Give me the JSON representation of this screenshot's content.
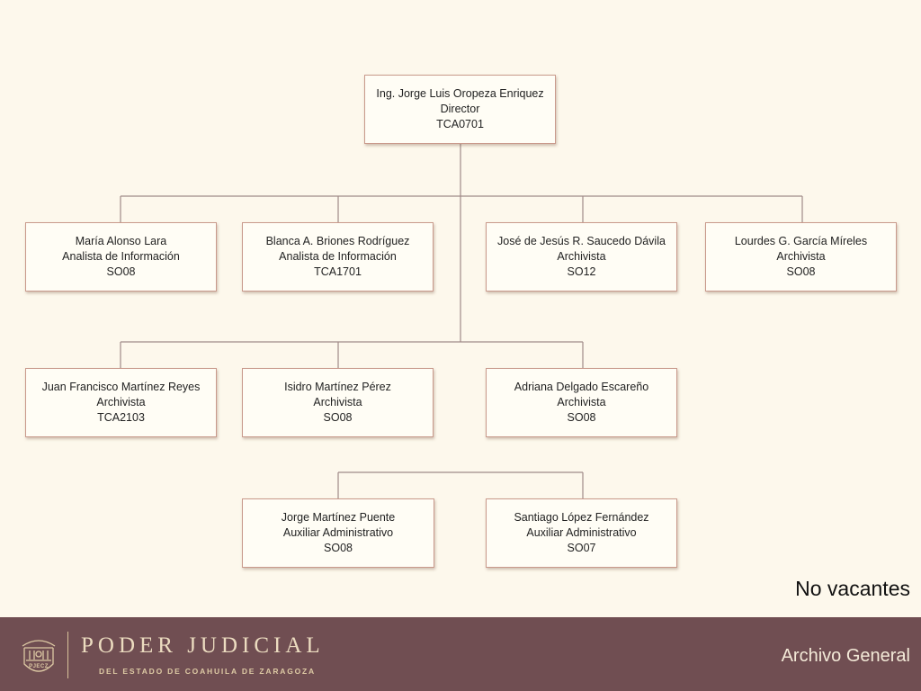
{
  "org_chart": {
    "director": {
      "name": "Ing.  Jorge Luis Oropeza Enriquez",
      "role": "Director",
      "code": "TCA0701"
    },
    "row_1": [
      {
        "name": "María Alonso Lara",
        "role": "Analista de Información",
        "code": "SO08"
      },
      {
        "name": "Blanca A. Briones Rodríguez",
        "role": "Analista de Información",
        "code": "TCA1701"
      },
      {
        "name": "José de Jesús R. Saucedo Dávila",
        "role": "Archivista",
        "code": "SO12"
      },
      {
        "name": "Lourdes  G.  García Míreles",
        "role": "Archivista",
        "code": "SO08"
      }
    ],
    "row_2": [
      {
        "name": "Juan Francisco Martínez Reyes",
        "role": "Archivista",
        "code": "TCA2103"
      },
      {
        "name": "Isidro Martínez Pérez",
        "role": "Archivista",
        "code": "SO08"
      },
      {
        "name": "Adriana Delgado Escareño",
        "role": "Archivista",
        "code": "SO08"
      }
    ],
    "row_3": [
      {
        "name": "Jorge Martínez Puente",
        "role": "Auxiliar Administrativo",
        "code": "SO08"
      },
      {
        "name": "Santiago López Fernández",
        "role": "Auxiliar Administrativo",
        "code": "SO07"
      }
    ]
  },
  "note": "No vacantes",
  "footer": {
    "seal_text": "PJECZ",
    "title": "PODER JUDICIAL",
    "subtitle": "DEL ESTADO DE COAHUILA DE ZARAGOZA",
    "department": "Archivo General"
  },
  "colors": {
    "background": "#fdf8ec",
    "box_border": "#c99a8c",
    "connector": "#a08a88",
    "footer_background": "#704e52",
    "footer_text": "#ecdcc0"
  }
}
